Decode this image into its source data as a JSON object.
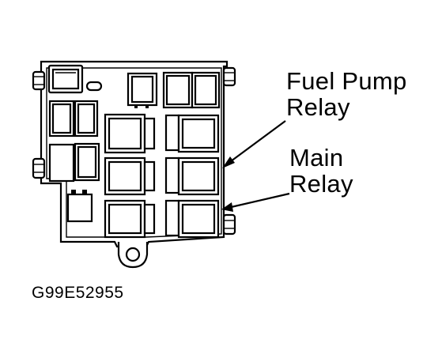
{
  "callouts": {
    "fuel_pump_relay": {
      "line1": "Fuel Pump",
      "line2": "Relay"
    },
    "main_relay": {
      "line1": "Main",
      "line2": "Relay"
    }
  },
  "figure_code": "G99E52955",
  "colors": {
    "ink": "#000000",
    "paper": "#ffffff"
  }
}
